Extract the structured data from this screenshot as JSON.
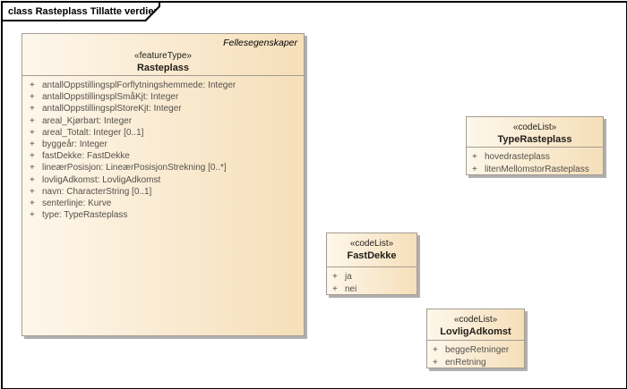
{
  "frame": {
    "title": "class Rasteplass Tillatte verdier"
  },
  "colors": {
    "box_fill_start": "#fdf7eb",
    "box_fill_end": "#f6dfb9",
    "box_border": "#a49c92",
    "box_shadow": "#b0b0b0",
    "attr_text": "#54504a",
    "header_text": "#211d18",
    "frame_border": "#000000"
  },
  "classes": {
    "rasteplass": {
      "annotation": "Fellesegenskaper",
      "stereotype": "«featureType»",
      "name": "Rasteplass",
      "attributes": [
        {
          "vis": "+",
          "text": "antallOppstillingsplForflytningshemmede: Integer"
        },
        {
          "vis": "+",
          "text": "antallOppstillingsplSmåKjt: Integer"
        },
        {
          "vis": "+",
          "text": "antallOppstillingsplStoreKjt: Integer"
        },
        {
          "vis": "+",
          "text": "areal_Kjørbart: Integer"
        },
        {
          "vis": "+",
          "text": "areal_Totalt: Integer [0..1]"
        },
        {
          "vis": "+",
          "text": "byggeår: Integer"
        },
        {
          "vis": "+",
          "text": "fastDekke: FastDekke"
        },
        {
          "vis": "+",
          "text": "lineærPosisjon: LineærPosisjonStrekning [0..*]"
        },
        {
          "vis": "+",
          "text": "lovligAdkomst: LovligAdkomst"
        },
        {
          "vis": "+",
          "text": "navn: CharacterString [0..1]"
        },
        {
          "vis": "+",
          "text": "senterlinje: Kurve"
        },
        {
          "vis": "+",
          "text": "type: TypeRasteplass"
        }
      ]
    },
    "typeRasteplass": {
      "stereotype": "«codeList»",
      "name": "TypeRasteplass",
      "attributes": [
        {
          "vis": "+",
          "text": "hovedrasteplass"
        },
        {
          "vis": "+",
          "text": "litenMellomstorRasteplass"
        }
      ]
    },
    "fastDekke": {
      "stereotype": "«codeList»",
      "name": "FastDekke",
      "attributes": [
        {
          "vis": "+",
          "text": "ja"
        },
        {
          "vis": "+",
          "text": "nei"
        }
      ]
    },
    "lovligAdkomst": {
      "stereotype": "«codeList»",
      "name": "LovligAdkomst",
      "attributes": [
        {
          "vis": "+",
          "text": "beggeRetninger"
        },
        {
          "vis": "+",
          "text": "enRetning"
        }
      ]
    }
  }
}
